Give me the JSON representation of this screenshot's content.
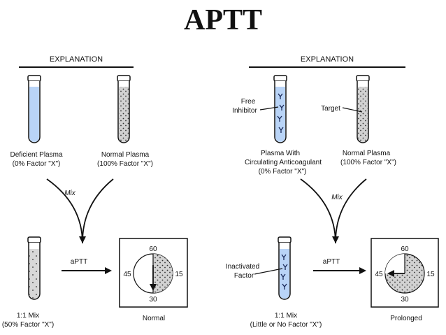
{
  "title": "APTT",
  "left": {
    "explanation": "EXPLANATION",
    "tube1_label": [
      "Deficient Plasma",
      "(0% Factor \"X\")"
    ],
    "tube2_label": [
      "Normal Plasma",
      "(100% Factor \"X\")"
    ],
    "mix": "Mix",
    "aptt": "aPTT",
    "mix_label": [
      "1:1 Mix",
      "(50% Factor \"X\")"
    ],
    "clock_numbers": [
      "60",
      "15",
      "30",
      "45"
    ],
    "result": "Normal"
  },
  "right": {
    "explanation": "EXPLANATION",
    "free_inhibitor": [
      "Free",
      "Inhibitor"
    ],
    "target": "Target",
    "tube1_label": [
      "Plasma With",
      "Circulating Anticoagulant",
      "(0% Factor \"X\")"
    ],
    "tube2_label": [
      "Normal Plasma",
      "(100% Factor \"X\")"
    ],
    "mix": "Mix",
    "aptt": "aPTT",
    "inactivated": [
      "Inactivated",
      "Factor"
    ],
    "mix_label": [
      "1:1 Mix",
      "(Little or No Factor \"X\")"
    ],
    "clock_numbers": [
      "60",
      "15",
      "30",
      "45"
    ],
    "result": "Prolonged"
  },
  "colors": {
    "deficient_plasma": "#b9d4f7",
    "normal_plasma": "#d2d2d2",
    "ink": "#111111"
  }
}
